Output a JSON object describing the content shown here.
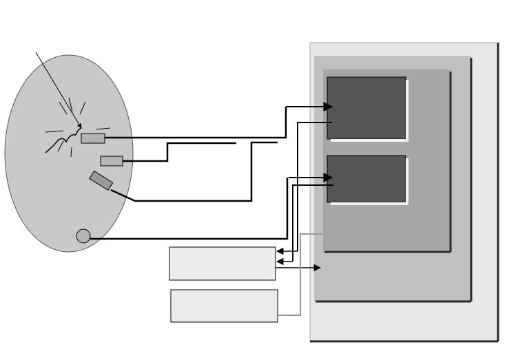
{
  "diagram": {
    "colors": {
      "background": "#ffffff",
      "specimen_fill": "#c9c9c9",
      "sensor_fill": "#b4b4b4",
      "cabinet_outer": "#e8e8e8",
      "cabinet_middle": "#c0c0c0",
      "cabinet_inner": "#a6a6a6",
      "module_fill": "#555555",
      "box_fill": "#ececec",
      "line": "#000000",
      "gray_line": "#9a9a9a",
      "shadow": "#2a2a2a"
    },
    "elements": [
      "specimen",
      "crack",
      "impact-arrow",
      "sensor-1",
      "sensor-2",
      "sensor-3",
      "sensor-4",
      "instrument-cabinet",
      "module-upper",
      "module-lower",
      "external-unit-upper",
      "external-unit-lower"
    ]
  }
}
